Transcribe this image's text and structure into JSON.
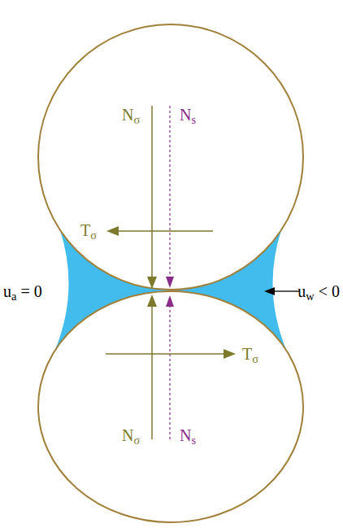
{
  "diagram": {
    "labels": [
      "Nσ",
      "Ns",
      "Tσ",
      "ua = 0",
      "uw < 0",
      "Tσ",
      "Nσ",
      "Ns"
    ]
  }
}
